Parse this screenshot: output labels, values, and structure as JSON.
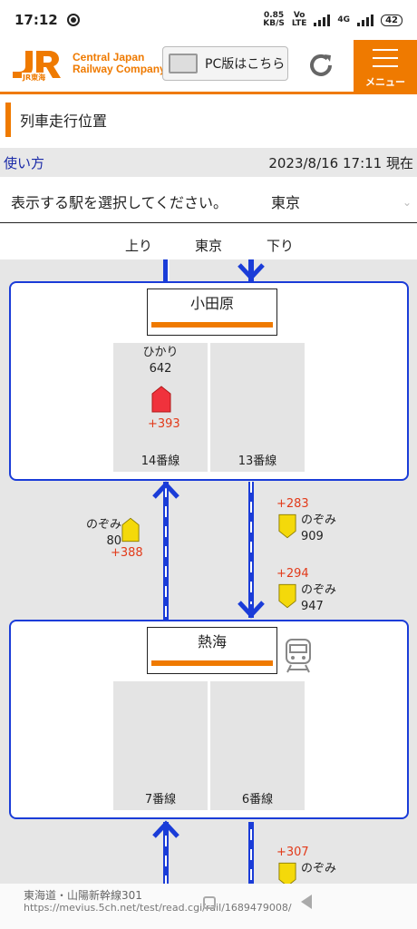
{
  "status": {
    "time": "17:12",
    "net_rate": "0.85",
    "net_unit": "KB/S",
    "volte1": "Vo",
    "volte2": "LTE",
    "net_type": "4G",
    "battery": "42"
  },
  "header": {
    "brand_mark": "JR東海",
    "company_line1": "Central Japan",
    "company_line2": "Railway Company",
    "pc_button": "PC版はこちら",
    "menu_label": "メニュー"
  },
  "page": {
    "title": "列車走行位置",
    "howto_link": "使い方",
    "timestamp": "2023/8/16 17:11 現在",
    "select_prompt": "表示する駅を選択してください。",
    "selected_station": "東京"
  },
  "direction": {
    "up": "上り",
    "center": "東京",
    "down": "下り"
  },
  "stations": [
    {
      "name": "小田原",
      "platforms": [
        "14番線",
        "13番線"
      ]
    },
    {
      "name": "熱海",
      "platforms": [
        "7番線",
        "6番線"
      ]
    }
  ],
  "trains": {
    "odawara_14": {
      "type": "ひかり",
      "number": "642",
      "delay": "+393"
    },
    "up_between": {
      "type": "のぞみ",
      "number": "80",
      "delay": "+388"
    },
    "down_1": {
      "type": "のぞみ",
      "number": "909",
      "delay": "+283"
    },
    "down_2": {
      "type": "のぞみ",
      "number": "947",
      "delay": "+294"
    },
    "down_3": {
      "type": "のぞみ",
      "delay": "+307"
    }
  },
  "colors": {
    "brand": "#ef7a00",
    "track": "#1a3cd8",
    "hikari": "#f0323c",
    "nozomi": "#f4d90a",
    "delay": "#e23a1a"
  },
  "watermark": {
    "line1": "東海道・山陽新幹線301",
    "line2": "https://mevius.5ch.net/test/read.cgi/rail/1689479008/"
  }
}
